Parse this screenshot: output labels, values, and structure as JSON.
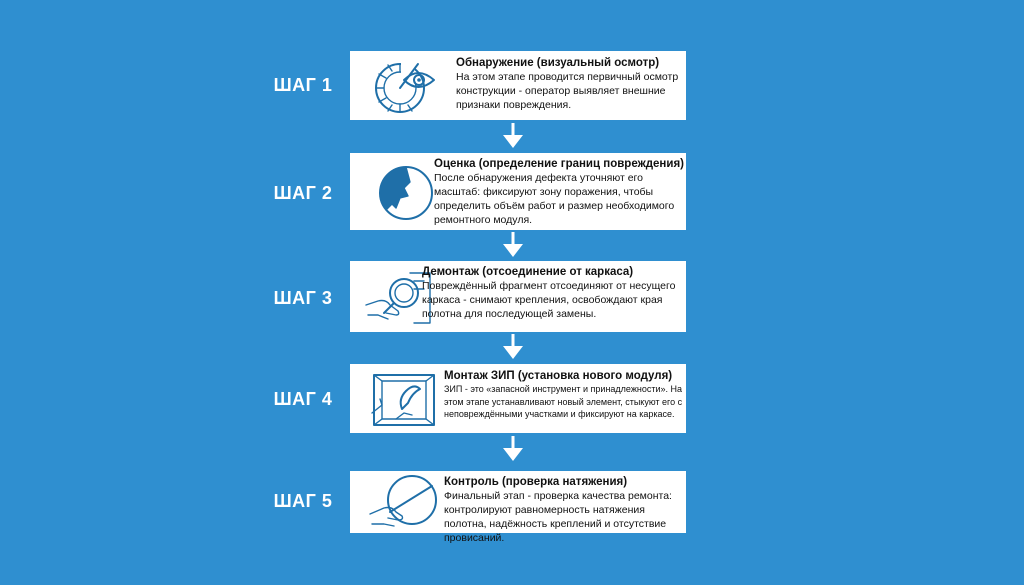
{
  "steps": [
    {
      "label": "ШАГ 1",
      "icon": "eye-scan-icon",
      "title": "Обнаружение (визуальный осмотр)",
      "desc": "На этом этапе проводится первичный осмотр конструкции - оператор выявляет внешние признаки повреждения."
    },
    {
      "label": "ШАГ 2",
      "icon": "damage-zone-icon",
      "title": "Оценка (определение границ повреждения)",
      "desc": "После обнаружения дефекта уточняют его масштаб: фиксируют зону поражения, чтобы определить объём работ и размер необходимого ремонтного модуля."
    },
    {
      "label": "ШАГ 3",
      "icon": "magnifier-hand-icon",
      "title": "Демонтаж (отсоединение от каркаса)",
      "desc": "Повреждённый фрагмент отсоединяют от несущего каркаса - снимают крепления, освобождают края полотна для последующей замены."
    },
    {
      "label": "ШАГ 4",
      "icon": "frame-install-icon",
      "title": "Монтаж ЗИП (установка нового модуля)",
      "desc": "ЗИП - это «запасной инструмент и принадлежности». На этом этапе устанавливают новый элемент, стыкуют его с неповреждёнными участками и фиксируют на каркасе."
    },
    {
      "label": "ШАГ 5",
      "icon": "tension-check-icon",
      "title": "Контроль (проверка натяжения)",
      "desc": "Финальный этап - проверка качества ремонта: контролируют равномерность натяжения полотна, надёжность креплений и отсутствие провисаний."
    }
  ],
  "colors": {
    "background": "#2f8fd0",
    "icon": "#1f6fa8",
    "card": "#ffffff"
  }
}
